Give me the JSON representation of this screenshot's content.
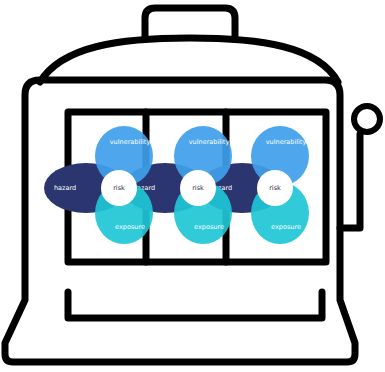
{
  "diagram": {
    "nodes": [
      {
        "text": [
          "vulnerability"
        ]
      },
      {
        "text": [
          "hazard"
        ]
      },
      {
        "text": [
          "risk"
        ]
      },
      {
        "text": [
          "exposure"
        ]
      },
      {
        "text": [
          "vulnerability"
        ]
      },
      {
        "text": [
          "hazard"
        ]
      },
      {
        "text": [
          "risk"
        ]
      },
      {
        "text": [
          "exposure"
        ]
      },
      {
        "text": [
          "vulnerability"
        ]
      },
      {
        "text": [
          "hazard"
        ]
      },
      {
        "text": [
          "risk"
        ]
      },
      {
        "text": [
          "exposure"
        ]
      }
    ]
  }
}
